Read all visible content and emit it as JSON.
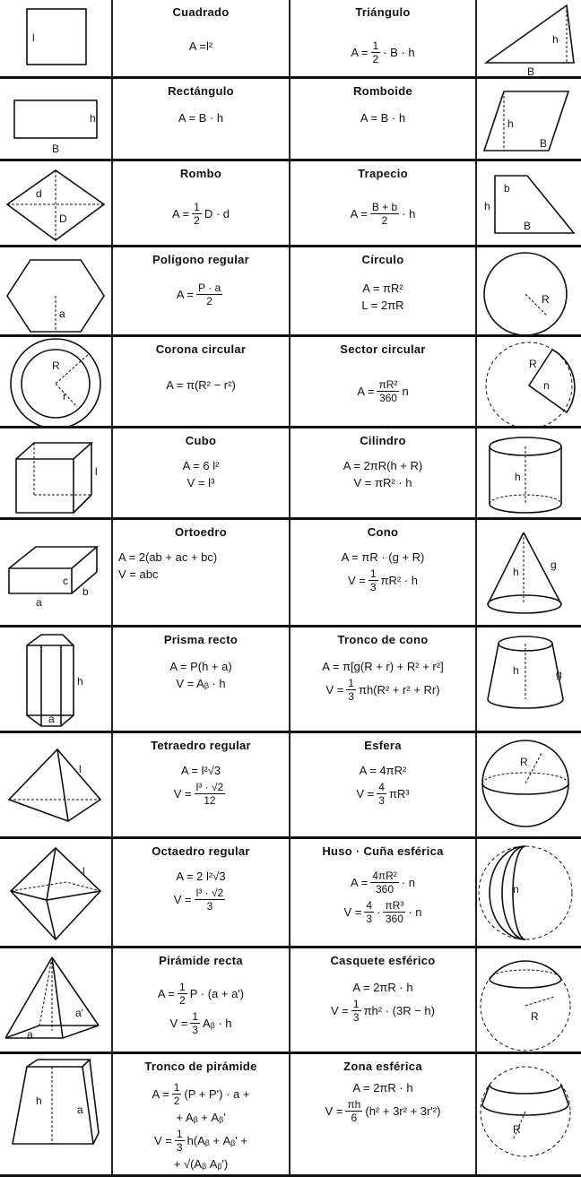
{
  "rows": [
    {
      "left": {
        "title": "Cuadrado",
        "lines": [
          [
            "A = ",
            "l²"
          ]
        ]
      },
      "right": {
        "title": "Triángulo",
        "lines": [
          [
            "A = ",
            {
              "num": "1",
              "den": "2"
            },
            "· B · h"
          ]
        ]
      }
    },
    {
      "left": {
        "title": "Rectángulo",
        "lines": [
          [
            "A = B · h"
          ]
        ]
      },
      "right": {
        "title": "Romboide",
        "lines": [
          [
            "A = B · h"
          ]
        ]
      }
    },
    {
      "left": {
        "title": "Rombo",
        "lines": [
          [
            "A = ",
            {
              "num": "1",
              "den": "2"
            },
            "D · d"
          ]
        ]
      },
      "right": {
        "title": "Trapecio",
        "lines": [
          [
            "A = ",
            {
              "num": "B + b",
              "den": "2"
            },
            "· h"
          ]
        ]
      }
    },
    {
      "left": {
        "title": "Polígono regular",
        "lines": [
          [
            "A = ",
            {
              "num": "P · a",
              "den": "2"
            }
          ]
        ]
      },
      "right": {
        "title": "Círculo",
        "lines": [
          [
            "A = πR²"
          ],
          [
            "L = 2πR"
          ]
        ]
      }
    },
    {
      "left": {
        "title": "Corona circular",
        "lines": [
          [
            "A = π(R² − r²)"
          ]
        ]
      },
      "right": {
        "title": "Sector circular",
        "lines": [
          [
            "A = ",
            {
              "num": "πR²",
              "den": "360"
            },
            "n"
          ]
        ]
      }
    },
    {
      "left": {
        "title": "Cubo",
        "lines": [
          [
            "A = 6 l²"
          ],
          [
            "V = l³"
          ]
        ]
      },
      "right": {
        "title": "Cilindro",
        "lines": [
          [
            "A = 2πR(h + R)"
          ],
          [
            "V = πR² · h"
          ]
        ]
      }
    },
    {
      "left": {
        "title": "Ortoedro",
        "lines": [
          [
            "A = 2(ab + ac + bc)"
          ],
          [
            "V = abc"
          ]
        ],
        "align": "left"
      },
      "right": {
        "title": "Cono",
        "lines": [
          [
            "A = πR · (g + R)"
          ],
          [
            "V = ",
            {
              "num": "1",
              "den": "3"
            },
            "πR² · h"
          ]
        ]
      }
    },
    {
      "left": {
        "title": "Prisma recto",
        "lines": [
          [
            "A = P(h + a)"
          ],
          [
            "V = Aᵦ · h"
          ]
        ]
      },
      "right": {
        "title": "Tronco de cono",
        "lines": [
          [
            "A = π[g(R + r) + R² + r²]"
          ],
          [
            "V = ",
            {
              "num": "1",
              "den": "3"
            },
            "πh(R² + r² + Rr)"
          ]
        ]
      }
    },
    {
      "left": {
        "title": "Tetraedro regular",
        "lines": [
          [
            "A = l²√3"
          ],
          [
            "V = ",
            {
              "num": "l³ · √2",
              "den": "12"
            }
          ]
        ]
      },
      "right": {
        "title": "Esfera",
        "lines": [
          [
            "A = 4πR²"
          ],
          [
            "V = ",
            {
              "num": "4",
              "den": "3"
            },
            "πR³"
          ]
        ]
      }
    },
    {
      "left": {
        "title": "Octaedro regular",
        "lines": [
          [
            "A = 2 l²√3"
          ],
          [
            "V = ",
            {
              "num": "l³ · √2",
              "den": "3"
            }
          ]
        ]
      },
      "right": {
        "title": "Huso · Cuña esférica",
        "lines": [
          [
            "A = ",
            {
              "num": "4πR²",
              "den": "360"
            },
            "· n"
          ],
          [
            "V = ",
            {
              "num": "4",
              "den": "3"
            },
            "·",
            {
              "num": "πR³",
              "den": "360"
            },
            "· n"
          ]
        ]
      }
    },
    {
      "left": {
        "title": "Pirámide recta",
        "lines": [
          [
            "A = ",
            {
              "num": "1",
              "den": "2"
            },
            "P · (a + a')"
          ],
          [
            "V = ",
            {
              "num": "1",
              "den": "3"
            },
            "Aᵦ · h"
          ]
        ]
      },
      "right": {
        "title": "Casquete esférico",
        "lines": [
          [
            "A = 2πR · h"
          ],
          [
            "V = ",
            {
              "num": "1",
              "den": "3"
            },
            "πh² · (3R − h)"
          ]
        ]
      }
    },
    {
      "left": {
        "title": "Tronco de pirámide",
        "lines": [
          [
            "A = ",
            {
              "num": "1",
              "den": "2"
            },
            "(P + P') · a +"
          ],
          [
            "+ Aᵦ + Aᵦ'"
          ],
          [
            "V = ",
            {
              "num": "1",
              "den": "3"
            },
            "h(Aᵦ + Aᵦ' +"
          ],
          [
            "+ √(Aᵦ Aᵦ')"
          ]
        ]
      },
      "right": {
        "title": "Zona esférica",
        "lines": [
          [
            "A = 2πR · h"
          ],
          [
            "V = ",
            {
              "num": "πh",
              "den": "6"
            },
            "(h² + 3r² + 3r'²)"
          ]
        ]
      }
    }
  ],
  "labels": {
    "square": "l",
    "tri_h": "h",
    "tri_b": "B",
    "rect_h": "h",
    "rect_b": "B",
    "rhomboid_h": "h",
    "rhomboid_b": "B",
    "rhombus_d": "d",
    "rhombus_D": "D",
    "trap_b": "b",
    "trap_h": "h",
    "trap_B": "B",
    "poly_a": "a",
    "circle_R": "R",
    "ring_R": "R",
    "ring_r": "r",
    "sector_R": "R",
    "sector_n": "n",
    "cube_l": "l",
    "cyl_h": "h",
    "box_c": "c",
    "box_a": "a",
    "box_b": "b",
    "cone_h": "h",
    "cone_g": "g",
    "prism_h": "h",
    "prism_a": "a",
    "frustum_h": "h",
    "frustum_g": "g",
    "tetra_l": "l",
    "sphere_R": "R",
    "octa_l": "l",
    "lune_n": "n",
    "pyr_a": "a",
    "pyr_a2": "a'",
    "cap_R": "R",
    "fpyr_h": "h",
    "fpyr_a": "a",
    "zone_R": "R"
  }
}
